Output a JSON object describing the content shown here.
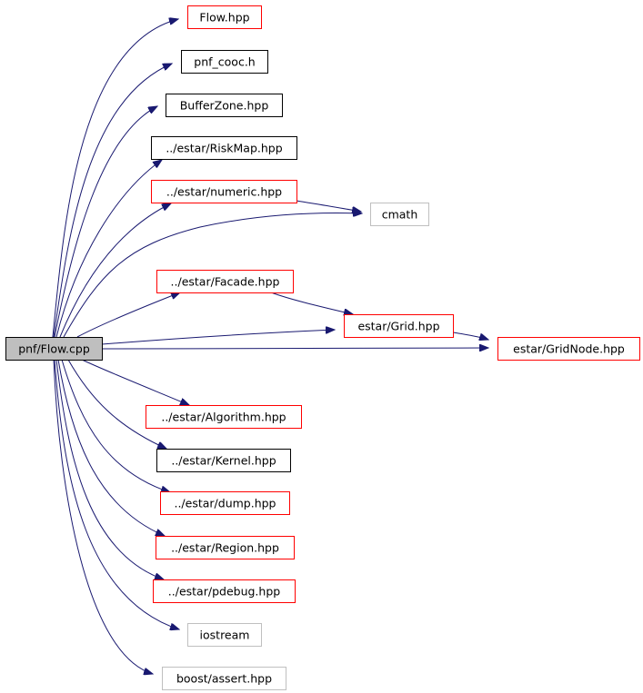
{
  "graph": {
    "root": {
      "label": "pnf/Flow.cpp"
    },
    "nodes": [
      {
        "id": "flow_hpp",
        "label": "Flow.hpp",
        "border": "red"
      },
      {
        "id": "pnf_cooc_h",
        "label": "pnf_cooc.h",
        "border": "black"
      },
      {
        "id": "bufferzone_hpp",
        "label": "BufferZone.hpp",
        "border": "black"
      },
      {
        "id": "riskmap_hpp",
        "label": "../estar/RiskMap.hpp",
        "border": "black"
      },
      {
        "id": "numeric_hpp",
        "label": "../estar/numeric.hpp",
        "border": "red"
      },
      {
        "id": "cmath",
        "label": "cmath",
        "border": "gray"
      },
      {
        "id": "facade_hpp",
        "label": "../estar/Facade.hpp",
        "border": "red"
      },
      {
        "id": "grid_hpp",
        "label": "estar/Grid.hpp",
        "border": "red"
      },
      {
        "id": "gridnode_hpp",
        "label": "estar/GridNode.hpp",
        "border": "red"
      },
      {
        "id": "algorithm_hpp",
        "label": "../estar/Algorithm.hpp",
        "border": "red"
      },
      {
        "id": "kernel_hpp",
        "label": "../estar/Kernel.hpp",
        "border": "black"
      },
      {
        "id": "dump_hpp",
        "label": "../estar/dump.hpp",
        "border": "red"
      },
      {
        "id": "region_hpp",
        "label": "../estar/Region.hpp",
        "border": "red"
      },
      {
        "id": "pdebug_hpp",
        "label": "../estar/pdebug.hpp",
        "border": "red"
      },
      {
        "id": "iostream",
        "label": "iostream",
        "border": "gray"
      },
      {
        "id": "boost_assert_hpp",
        "label": "boost/assert.hpp",
        "border": "gray"
      }
    ],
    "edges": [
      [
        "root",
        "flow_hpp"
      ],
      [
        "root",
        "pnf_cooc_h"
      ],
      [
        "root",
        "bufferzone_hpp"
      ],
      [
        "root",
        "riskmap_hpp"
      ],
      [
        "root",
        "numeric_hpp"
      ],
      [
        "root",
        "cmath"
      ],
      [
        "root",
        "facade_hpp"
      ],
      [
        "root",
        "grid_hpp"
      ],
      [
        "root",
        "gridnode_hpp"
      ],
      [
        "root",
        "algorithm_hpp"
      ],
      [
        "root",
        "kernel_hpp"
      ],
      [
        "root",
        "dump_hpp"
      ],
      [
        "root",
        "region_hpp"
      ],
      [
        "root",
        "pdebug_hpp"
      ],
      [
        "root",
        "iostream"
      ],
      [
        "root",
        "boost_assert_hpp"
      ],
      [
        "numeric_hpp",
        "cmath"
      ],
      [
        "facade_hpp",
        "grid_hpp"
      ],
      [
        "grid_hpp",
        "gridnode_hpp"
      ]
    ],
    "colors": {
      "edge": "#191970",
      "border_red": "#ff0000",
      "border_black": "#000000",
      "border_gray": "#bfbfbf",
      "root_fill": "#bfbfbf"
    }
  }
}
